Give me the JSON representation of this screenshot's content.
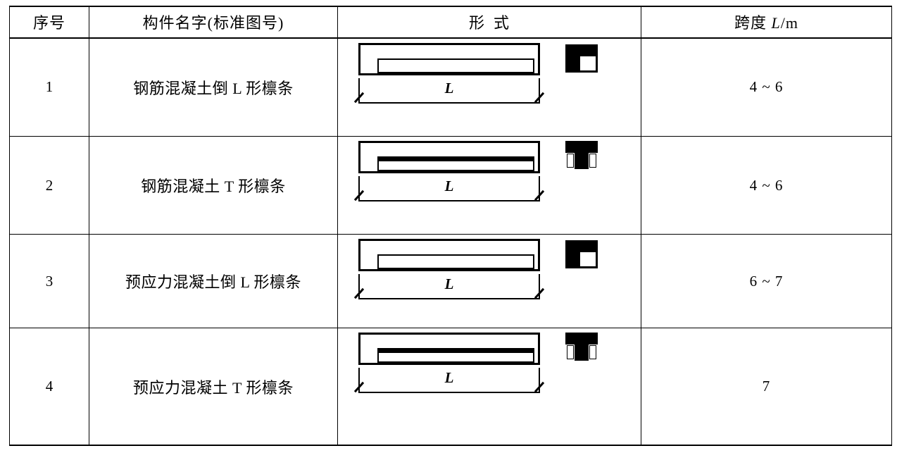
{
  "table": {
    "headers": [
      {
        "label": "序号",
        "name": "header-index"
      },
      {
        "label": "构件名字(标准图号)",
        "name": "header-component-name"
      },
      {
        "label_a": "形",
        "label_b": "式",
        "name": "header-form"
      },
      {
        "label_pre": "跨度 ",
        "label_ital": "L",
        "label_post": "/m",
        "name": "header-span"
      }
    ],
    "rows": [
      {
        "index": "1",
        "name": "钢筋混凝土倒 L 形檩条",
        "section_type": "inverted-L",
        "dimension_label": "L",
        "span": "4 ~ 6"
      },
      {
        "index": "2",
        "name": "钢筋混凝土 T 形檩条",
        "section_type": "T",
        "dimension_label": "L",
        "span": "4 ~ 6"
      },
      {
        "index": "3",
        "name": "预应力混凝土倒 L 形檩条",
        "section_type": "inverted-L",
        "dimension_label": "L",
        "span": "6 ~ 7"
      },
      {
        "index": "4",
        "name": "预应力混凝土 T 形檩条",
        "section_type": "T",
        "dimension_label": "L",
        "span": "7"
      }
    ]
  },
  "colors": {
    "ink": "#000000",
    "paper": "#ffffff"
  }
}
